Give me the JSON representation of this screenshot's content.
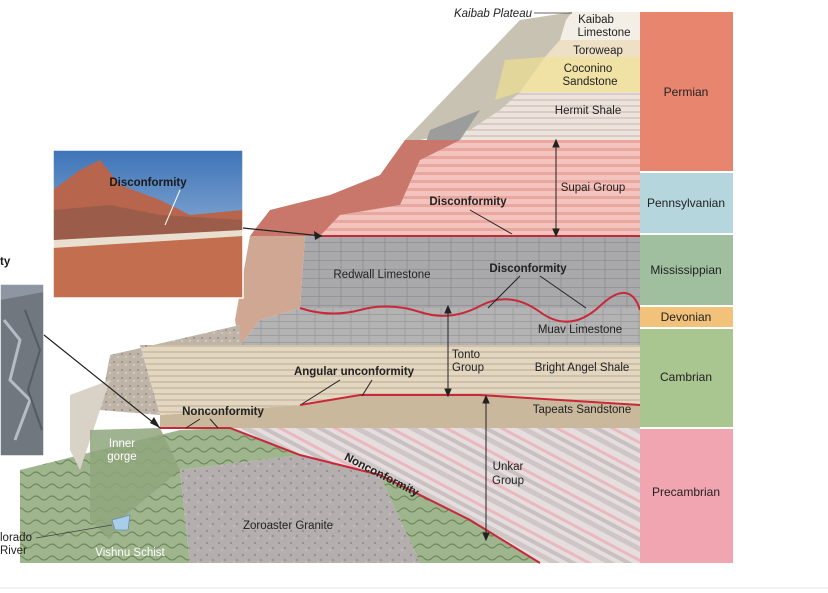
{
  "top_label": "Kaibab Plateau",
  "formations": {
    "kaibab_1": "Kaibab",
    "kaibab_2": "Limestone",
    "toroweap": "Toroweap",
    "coconino_1": "Coconino",
    "coconino_2": "Sandstone",
    "hermit": "Hermit Shale",
    "supai": "Supai Group",
    "redwall": "Redwall Limestone",
    "muav": "Muav Limestone",
    "tonto_1": "Tonto",
    "tonto_2": "Group",
    "bright_angel": "Bright Angel Shale",
    "tapeats": "Tapeats Sandstone",
    "unkar_1": "Unkar",
    "unkar_2": "Group",
    "zoroaster": "Zoroaster Granite",
    "vishnu": "Vishnu Schist",
    "inner_gorge_1": "Inner",
    "inner_gorge_2": "gorge",
    "colorado_1": "lorado",
    "colorado_2": "River"
  },
  "unconformities": {
    "disconformity_upper": "Disconformity",
    "disconformity_lower": "Disconformity",
    "angular": "Angular unconformity",
    "nonconformity_left": "Nonconformity",
    "nonconformity_diagonal": "Nonconformity"
  },
  "photos": {
    "photo1_label": "Disconformity",
    "photo2_label_fragment": "ty"
  },
  "periods": [
    {
      "name": "Permian",
      "color": "#e8856f"
    },
    {
      "name": "Pennsylvanian",
      "color": "#b5d6dd"
    },
    {
      "name": "Mississippian",
      "color": "#9fbf9f"
    },
    {
      "name": "Devonian",
      "color": "#f2c17a"
    },
    {
      "name": "Cambrian",
      "color": "#a9c690"
    },
    {
      "name": "Precambrian",
      "color": "#f0a5b0"
    }
  ]
}
